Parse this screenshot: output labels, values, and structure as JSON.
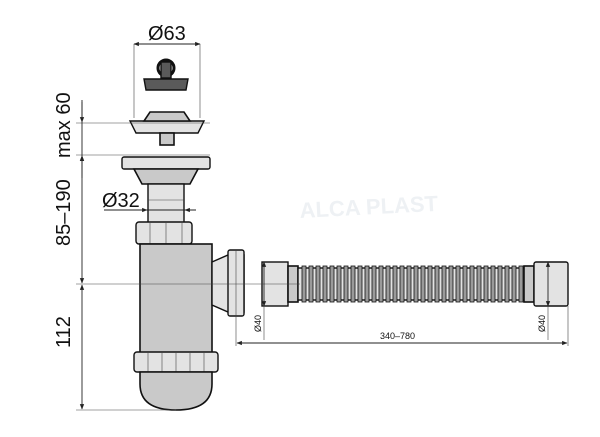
{
  "dimensions": {
    "cap_diameter": "Ø63",
    "max_height": "max 60",
    "pipe_diameter": "Ø32",
    "adjust_height": "85–190",
    "trap_height": "112",
    "outlet_left_diameter": "Ø40",
    "outlet_right_diameter": "Ø40",
    "hose_length": "340–780"
  },
  "colors": {
    "outline": "#111111",
    "body_fill": "#c9c9c9",
    "dimension_line": "#222222"
  }
}
